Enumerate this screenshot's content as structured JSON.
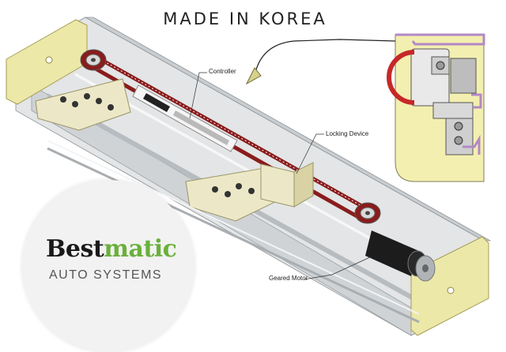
{
  "header": {
    "title": "MADE IN KOREA"
  },
  "callouts": {
    "controller": "Controller",
    "locking_device": "Locking Device",
    "geared_motor": "Geared Motor"
  },
  "brand": {
    "name_part1": "Best",
    "name_part2": "matic",
    "tagline": "AUTO SYSTEMS",
    "colors": {
      "part1": "#1a1a1a",
      "part2": "#6ab03b",
      "tagline": "#555555"
    }
  },
  "colors": {
    "frame": "#d7d9da",
    "end_cap": "#ece8a8",
    "belt": "#8a1c1c",
    "inset_bg": "#f3efb0",
    "inset_border": "#b388c7"
  }
}
